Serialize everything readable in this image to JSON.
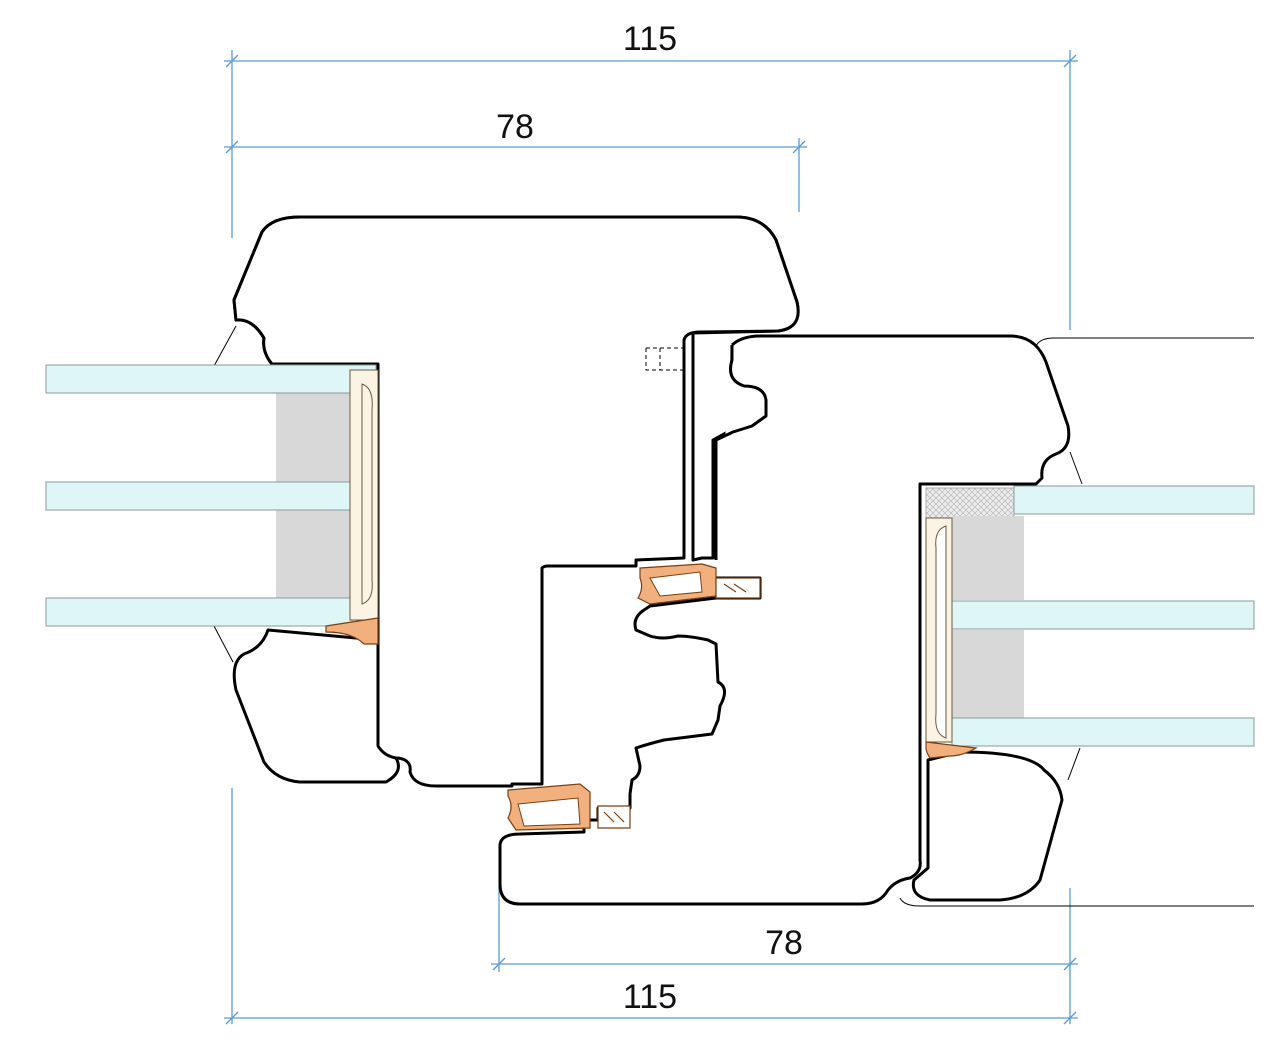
{
  "dimensions": {
    "top_outer": "115",
    "top_inner": "78",
    "bottom_inner": "78",
    "bottom_outer": "115"
  },
  "colors": {
    "dimension_line": "#5b9bd5",
    "glass": "#dff6f6",
    "spacer": "#d8d8d8",
    "glazing_bead": "#fbf3e4",
    "gasket": "#f2b07f"
  }
}
